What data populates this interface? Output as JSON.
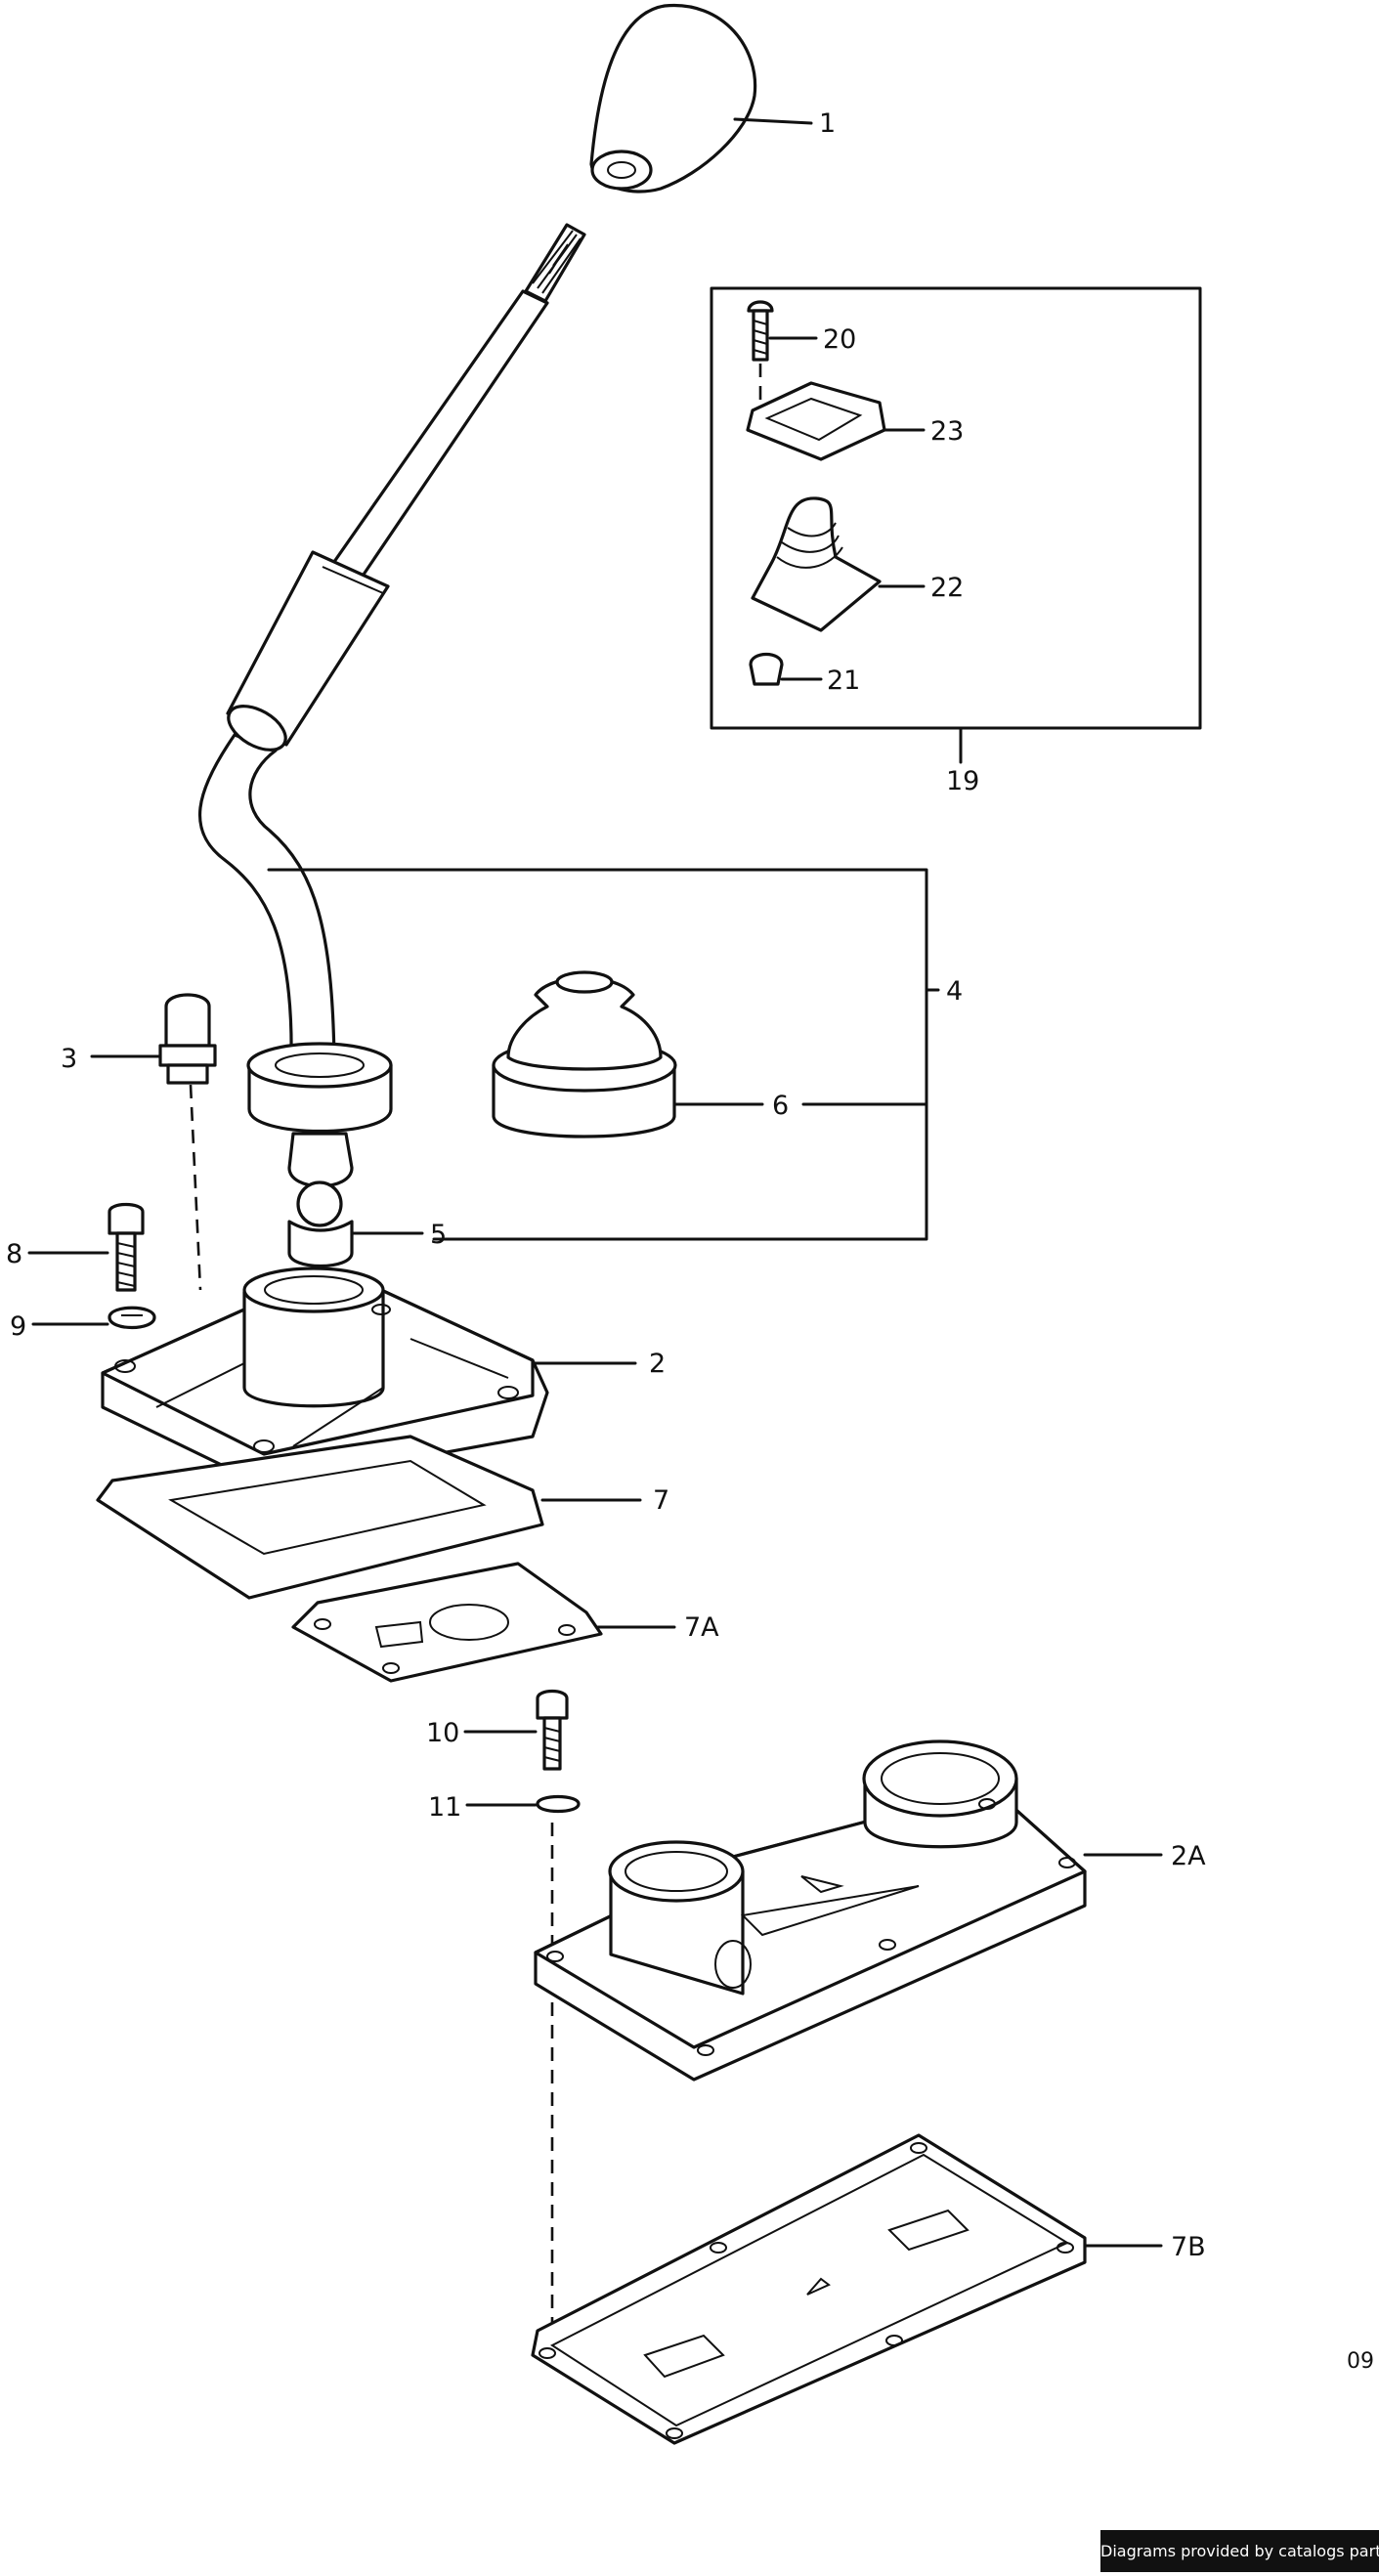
{
  "callouts": {
    "c1": "1",
    "c2": "2",
    "c2a": "2A",
    "c3": "3",
    "c4": "4",
    "c5": "5",
    "c6": "6",
    "c7": "7",
    "c7a": "7A",
    "c7b": "7B",
    "c8": "8",
    "c9": "9",
    "c10": "10",
    "c11": "11",
    "c19": "19",
    "c20": "20",
    "c21": "21",
    "c22": "22",
    "c23": "23"
  },
  "page_number": "09",
  "footer": "Diagrams provided by catalogs parts"
}
